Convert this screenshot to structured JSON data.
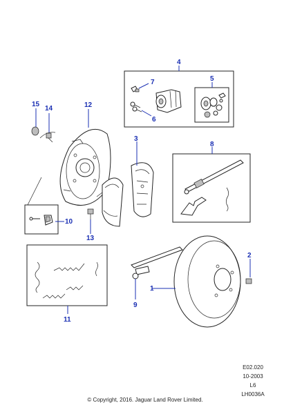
{
  "callouts": {
    "c1": "1",
    "c2": "2",
    "c3": "3",
    "c4": "4",
    "c5": "5",
    "c6": "6",
    "c7": "7",
    "c8": "8",
    "c9": "9",
    "c10": "10",
    "c11": "11",
    "c12": "12",
    "c13": "13",
    "c14": "14",
    "c15": "15"
  },
  "footer": {
    "code": "E02.020",
    "date": "10-2003",
    "model": "L6",
    "ref": "LH0036A",
    "copyright": "© Copyright, 2016. Jaguar Land Rover Limited."
  },
  "colors": {
    "callout": "#1a2fb3",
    "ink": "#222222"
  }
}
